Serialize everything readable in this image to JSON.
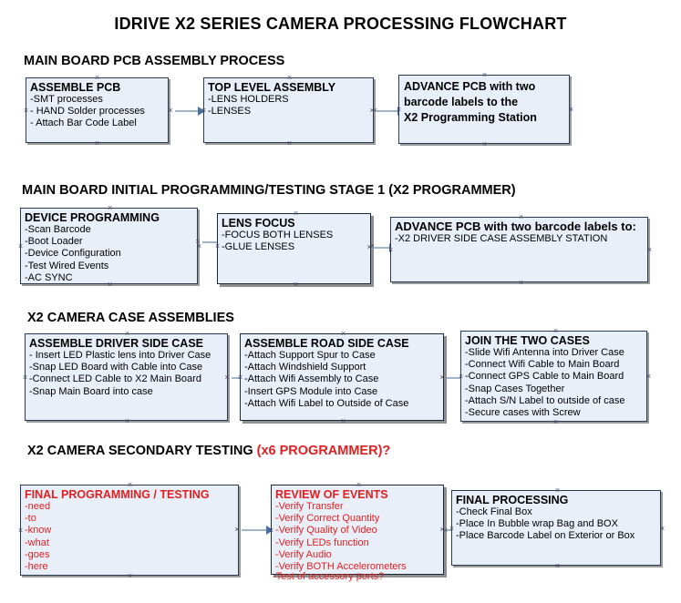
{
  "document": {
    "title": "IDRIVE X2  SERIES CAMERA PROCESSING FLOWCHART"
  },
  "sections": [
    {
      "heading": "MAIN BOARD PCB ASSEMBLY PROCESS",
      "heading_red": "",
      "nodes": [
        {
          "title": "ASSEMBLE PCB",
          "items": [
            "-SMT processes",
            "- HAND Solder processes",
            "- Attach Bar Code Label"
          ]
        },
        {
          "title": "TOP LEVEL ASSEMBLY",
          "items": [
            "-LENS HOLDERS",
            "-LENSES"
          ]
        },
        {
          "title": "",
          "lines": [
            "ADVANCE PCB with two",
            "barcode labels to the",
            " X2 Programming Station"
          ]
        }
      ]
    },
    {
      "heading": "MAIN BOARD INITIAL PROGRAMMING/TESTING STAGE 1 (X2 PROGRAMMER)",
      "heading_red": "",
      "nodes": [
        {
          "title": "DEVICE PROGRAMMING",
          "items": [
            "-Scan Barcode",
            "-Boot Loader",
            "-Device Configuration",
            "-Test Wired Events",
            "-AC SYNC"
          ]
        },
        {
          "title": "LENS FOCUS",
          "items": [
            "-FOCUS BOTH LENSES",
            "-GLUE LENSES"
          ]
        },
        {
          "title": "ADVANCE PCB with two barcode labels to:",
          "items": [
            "-X2 DRIVER  SIDE  CASE  ASSEMBLY STATION"
          ]
        }
      ]
    },
    {
      "heading": "X2 CAMERA CASE ASSEMBLIES",
      "heading_red": "",
      "nodes": [
        {
          "title": "ASSEMBLE DRIVER SIDE CASE",
          "items": [
            "- Insert LED Plastic lens into Driver Case",
            "-Snap LED Board with Cable into Case",
            "-Connect LED Cable to X2 Main Board",
            "-Snap Main Board into case"
          ]
        },
        {
          "title": "ASSEMBLE ROAD SIDE CASE",
          "items": [
            "-Attach Support Spur to Case",
            "-Attach Windshield Support",
            "-Attach Wifi Assembly to Case",
            "-Insert GPS Module into Case",
            "-Attach Wifi Label to Outside of Case"
          ]
        },
        {
          "title": "JOIN THE TWO CASES",
          "items": [
            "-Slide Wifi Antenna into Driver Case",
            "-Connect Wifi Cable to Main Board",
            "-Connect GPS Cable to Main Board",
            "-Snap Cases Together",
            "-Attach S/N Label to outside of case",
            "-Secure cases with Screw"
          ]
        }
      ]
    },
    {
      "heading": "X2 CAMERA SECONDARY TESTING ",
      "heading_red": "(x6 PROGRAMMER)?",
      "nodes": [
        {
          "title": "FINAL PROGRAMMING / TESTING",
          "items": [
            "-need",
            "-to",
            "-know",
            "-what",
            "-goes",
            "-here"
          ]
        },
        {
          "title": "REVIEW OF EVENTS",
          "items": [
            "-Verify Transfer",
            "-Verify Correct Quantity",
            "-Verify Quality of Video",
            "-Verify LEDs function",
            "-Verify Audio",
            "-Verify BOTH Accelerometers"
          ],
          "overflow_item": "-Test of accessory ports?"
        },
        {
          "title": "FINAL PROCESSING",
          "items": [
            " -Check Final Box",
            "-Place In Bubble wrap Bag and BOX",
            "-Place Barcode Label on Exterior or Box"
          ]
        }
      ]
    }
  ],
  "colors": {
    "node_fill": "#e9eff8",
    "node_border": "#2b3a50",
    "connector": "#9db4cc",
    "arrow": "#4a6fa5",
    "red_text": "#e02020",
    "black_text": "#000000"
  }
}
